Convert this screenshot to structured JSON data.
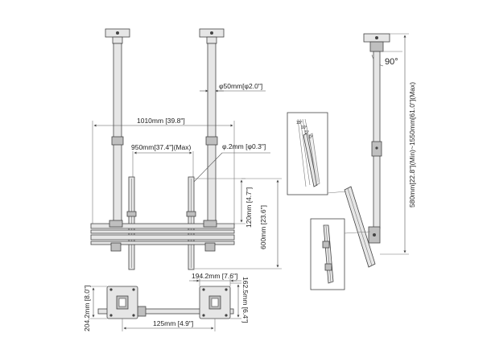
{
  "dimensions": {
    "pole_diameter": "φ50mm[φ2.0\"]",
    "total_width": "1010mm [39.8\"]",
    "max_width": "950mm[37.4\"](Max)",
    "hole_diameter": "φ.2mm [φ0.3\"]",
    "adapter_height": "120mm [4.7\"]",
    "bar_height": "600mm [23.6\"]",
    "bracket_width": "194.2mm [7.6\"]",
    "bracket_height": "204.2mm [8.0\"]",
    "bracket_offset": "162.5mm [6.4\"]",
    "bracket_spacing": "125mm [4.9\"]",
    "pole_length": "580mm[22.8\"](Min)~1550mm[61.0\"](Max)",
    "tilt_angle": "90°"
  },
  "detail_angles": [
    "15°",
    "10°",
    "5°",
    "0°"
  ]
}
